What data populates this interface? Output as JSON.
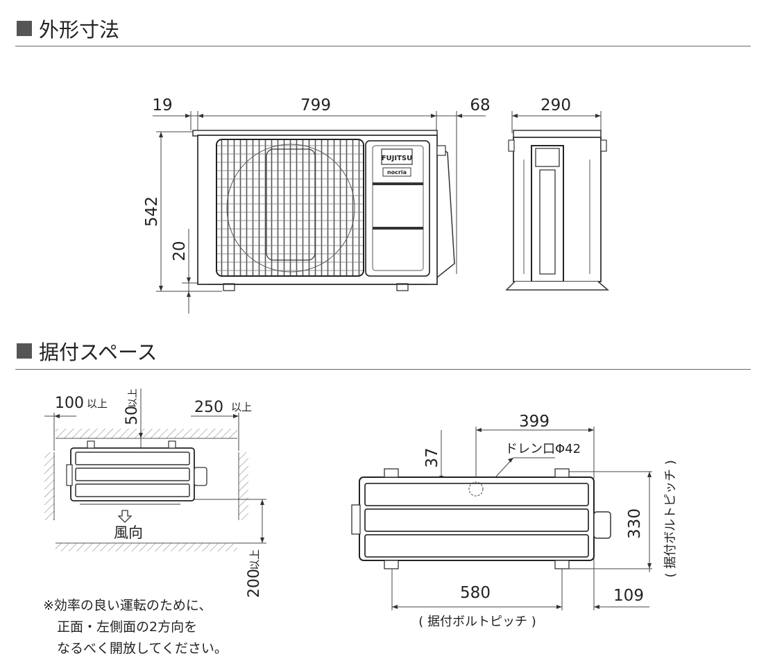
{
  "sections": {
    "dimensions": {
      "title": "外形寸法"
    },
    "install_space": {
      "title": "据付スペース"
    }
  },
  "front_view": {
    "dim_19": "19",
    "dim_799": "799",
    "dim_68": "68",
    "dim_542": "542",
    "dim_20": "20",
    "brand": "FUJITSU",
    "model": "nocria"
  },
  "side_view": {
    "dim_290": "290"
  },
  "space_view": {
    "dim_100": "100",
    "dim_100_suffix": "以上",
    "dim_50": "50",
    "dim_50_suffix": "以上",
    "dim_250": "250",
    "dim_250_suffix": "以上",
    "wind_label": "風向",
    "dim_200": "200",
    "dim_200_suffix": "以上"
  },
  "bottom_view": {
    "dim_399": "399",
    "dim_37": "37",
    "drain_label": "ドレン口Φ42",
    "dim_330": "330",
    "bolt_pitch_vertical": "( 据付ボルトピッチ )",
    "dim_580": "580",
    "dim_109": "109",
    "bolt_pitch_horizontal": "( 据付ボルトピッチ )"
  },
  "notes": [
    "※効率の良い運転のために、",
    "正面・左側面の2方向を",
    "なるべく開放してください。"
  ]
}
